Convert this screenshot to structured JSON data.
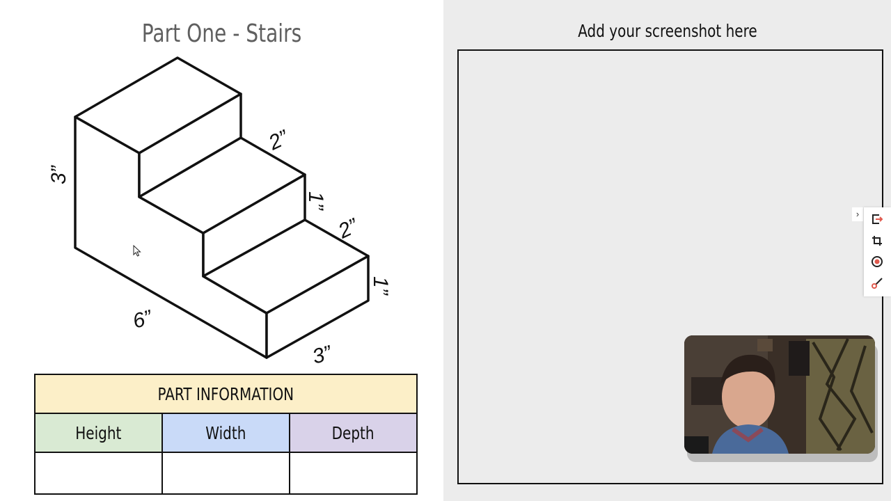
{
  "slide": {
    "title": "Part One - Stairs"
  },
  "drawing": {
    "dimensions": [
      "3”",
      "2”",
      "1”",
      "2”",
      "1”",
      "6”",
      "3”"
    ]
  },
  "table": {
    "header": "PART INFORMATION",
    "columns": [
      "Height",
      "Width",
      "Depth"
    ],
    "values": [
      "",
      "",
      ""
    ],
    "colors": {
      "header": "#fcefc8",
      "height": "#d9ead3",
      "width": "#c9daf8",
      "depth": "#d9d2e9"
    }
  },
  "screenshot_area": {
    "title": "Add your screenshot here"
  },
  "toolbar": {
    "toggle": "›",
    "icons": [
      "export-icon",
      "crop-icon",
      "record-icon",
      "pen-icon"
    ],
    "accent": "#e05a4e"
  },
  "webcam": {
    "icon": "webcam-feed"
  }
}
